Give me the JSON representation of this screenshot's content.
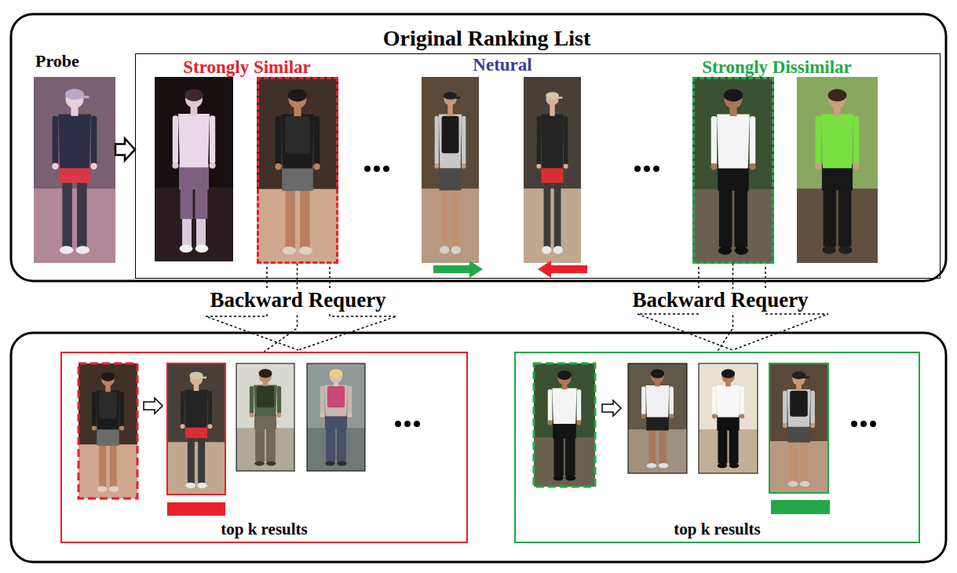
{
  "diagram": {
    "nodes": [
      {
        "text": [
          "Probe"
        ]
      },
      {
        "text": [
          "Original Ranking List"
        ]
      },
      {
        "text": [
          "Strongly Similar"
        ],
        "in": 1
      },
      {
        "text": [
          "Strongly Dissimilar"
        ],
        "in": 1
      },
      {
        "text": [
          "top k results"
        ]
      },
      {
        "text": [
          "top k results"
        ]
      }
    ],
    "edges": [
      {
        "from": 0,
        "to": 1,
        "arrow": "to"
      },
      {
        "from": 2,
        "to": 4,
        "label": "Backward Requery",
        "arrow": "none"
      },
      {
        "from": 3,
        "to": 5,
        "label": "Backward Requery",
        "arrow": "none"
      }
    ],
    "labels": [
      "Netural"
    ]
  }
}
